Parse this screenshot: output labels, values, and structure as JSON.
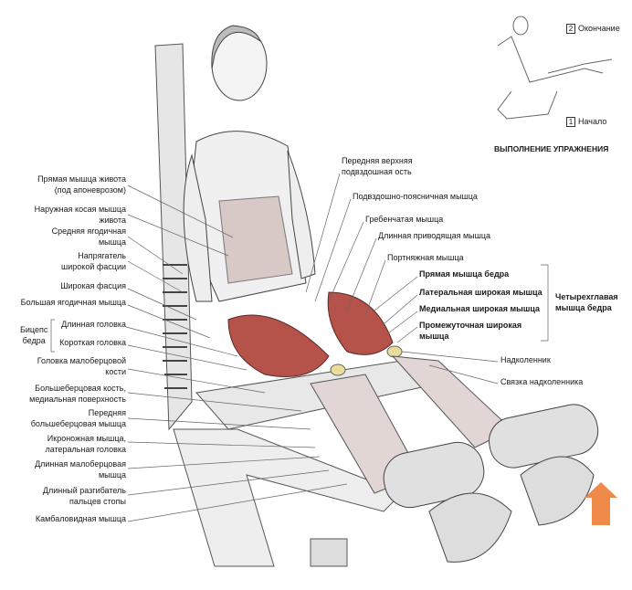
{
  "inset": {
    "end_number": "2",
    "end_label": "Окончание",
    "start_number": "1",
    "start_label": "Начало",
    "title": "ВЫПОЛНЕНИЕ УПРАЖНЕНИЯ"
  },
  "left_labels": [
    {
      "l1": "Прямая мышца живота",
      "l2": "(под апоневрозом)"
    },
    {
      "l1": "Наружная косая мышца",
      "l2": "живота"
    },
    {
      "l1": "Средняя ягодичная",
      "l2": "мышца"
    },
    {
      "l1": "Напрягатель",
      "l2": "широкой фасции"
    },
    {
      "l1": "Широкая фасция"
    },
    {
      "l1": "Большая ягодичная мышца"
    },
    {
      "l1": "Длинная головка"
    },
    {
      "l1": "Короткая головка"
    },
    {
      "l1": "Головка малоберцовой",
      "l2": "кости"
    },
    {
      "l1": "Большеберцовая кость,",
      "l2": "медиальная поверхность"
    },
    {
      "l1": "Передняя",
      "l2": "большеберцовая мышца"
    },
    {
      "l1": "Икроножная мышца,",
      "l2": "латеральная головка"
    },
    {
      "l1": "Длинная малоберцовая",
      "l2": "мышца"
    },
    {
      "l1": "Длинный разгибатель",
      "l2": "пальцев стопы"
    },
    {
      "l1": "Камбаловидная мышца"
    }
  ],
  "biceps_group": {
    "l1": "Бицепс",
    "l2": "бедра"
  },
  "right_labels": [
    {
      "l1": "Передняя верхняя",
      "l2": "подвздошная ость"
    },
    {
      "l1": "Подвздошно-поясничная мышца"
    },
    {
      "l1": "Гребенчатая мышца"
    },
    {
      "l1": "Длинная приводящая мышца"
    },
    {
      "l1": "Портняжная мышца"
    },
    {
      "l1": "Прямая мышца бедра"
    },
    {
      "l1": "Латеральная широкая мышца"
    },
    {
      "l1": "Медиальная широкая мышца"
    },
    {
      "l1": "Промежуточная широкая",
      "l2": "мышца"
    },
    {
      "l1": "Надколенник"
    },
    {
      "l1": "Связка надколенника"
    }
  ],
  "quadriceps_group": {
    "l1": "Четырехглавая",
    "l2": "мышца бедра"
  },
  "colors": {
    "muscle": "#b5524a",
    "arrow": "#f08a4b",
    "line": "#555555"
  }
}
